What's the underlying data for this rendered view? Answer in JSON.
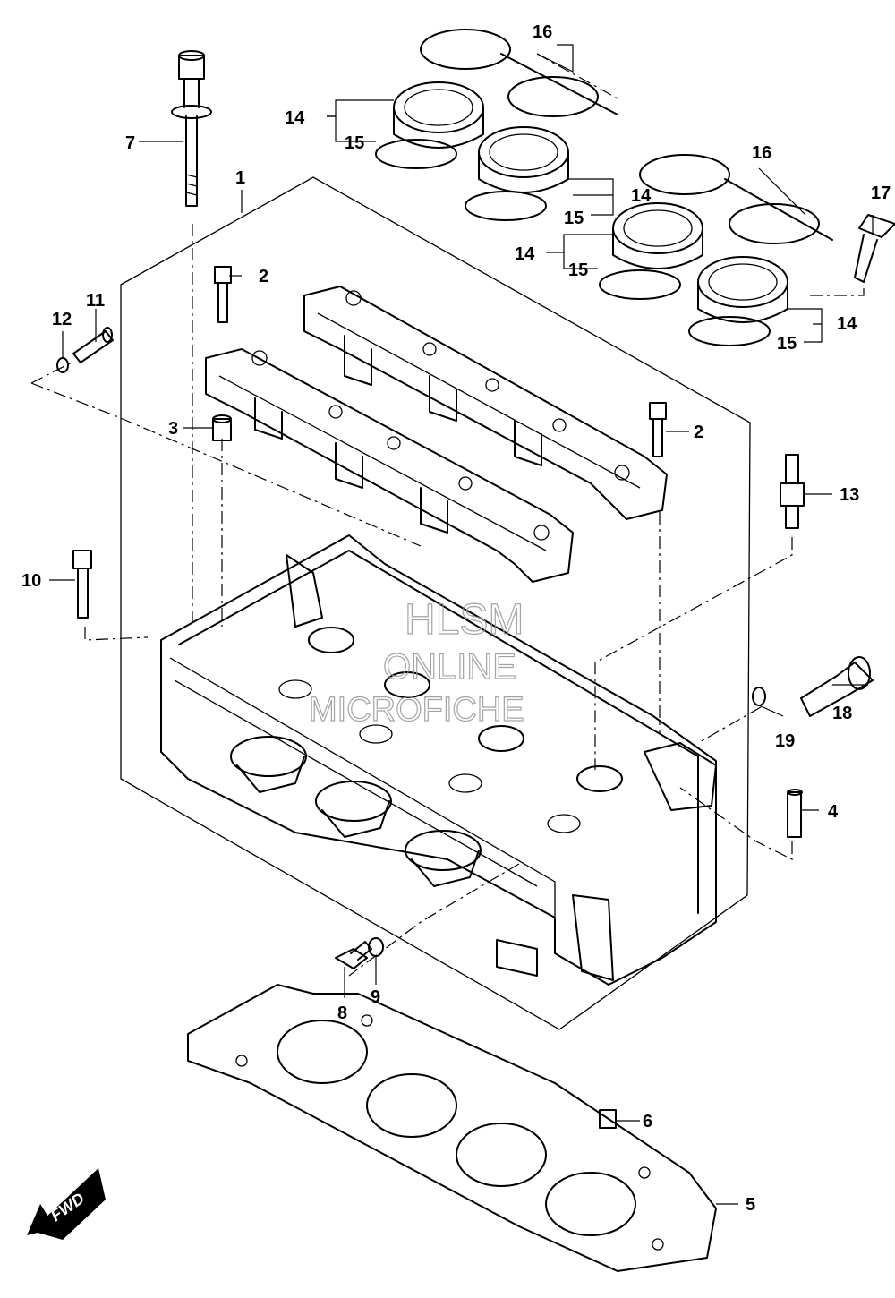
{
  "diagram": {
    "fwd_label": "FWD",
    "watermark": [
      "HLSM",
      "ONLINE",
      "MICROFICHE"
    ],
    "callouts": [
      {
        "id": "c1",
        "label": "1"
      },
      {
        "id": "c2a",
        "label": "2"
      },
      {
        "id": "c2b",
        "label": "2"
      },
      {
        "id": "c3",
        "label": "3"
      },
      {
        "id": "c4",
        "label": "4"
      },
      {
        "id": "c5",
        "label": "5"
      },
      {
        "id": "c6",
        "label": "6"
      },
      {
        "id": "c7",
        "label": "7"
      },
      {
        "id": "c8",
        "label": "8"
      },
      {
        "id": "c9",
        "label": "9"
      },
      {
        "id": "c10",
        "label": "10"
      },
      {
        "id": "c11",
        "label": "11"
      },
      {
        "id": "c12",
        "label": "12"
      },
      {
        "id": "c13",
        "label": "13"
      },
      {
        "id": "c14a",
        "label": "14"
      },
      {
        "id": "c14b",
        "label": "14"
      },
      {
        "id": "c14c",
        "label": "14"
      },
      {
        "id": "c14d",
        "label": "14"
      },
      {
        "id": "c15a",
        "label": "15"
      },
      {
        "id": "c15b",
        "label": "15"
      },
      {
        "id": "c15c",
        "label": "15"
      },
      {
        "id": "c15d",
        "label": "15"
      },
      {
        "id": "c16a",
        "label": "16"
      },
      {
        "id": "c16b",
        "label": "16"
      },
      {
        "id": "c17",
        "label": "17"
      },
      {
        "id": "c18",
        "label": "18"
      },
      {
        "id": "c19",
        "label": "19"
      }
    ]
  }
}
